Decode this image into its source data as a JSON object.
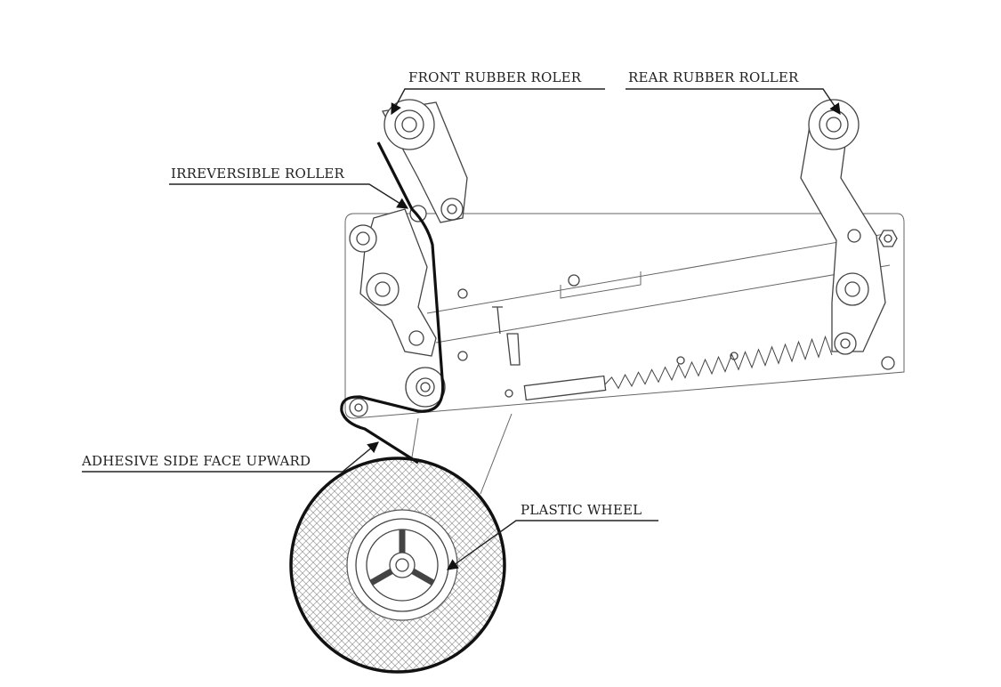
{
  "labels": {
    "front_roller": "FRONT RUBBER ROLER",
    "rear_roller": "REAR RUBBER ROLLER",
    "irreversible_roller": "IRREVERSIBLE ROLLER",
    "adhesive_side": "ADHESIVE SIDE FACE UPWARD",
    "plastic_wheel": "PLASTIC WHEEL"
  },
  "colors": {
    "line": "#222222",
    "tape": "#111111"
  }
}
